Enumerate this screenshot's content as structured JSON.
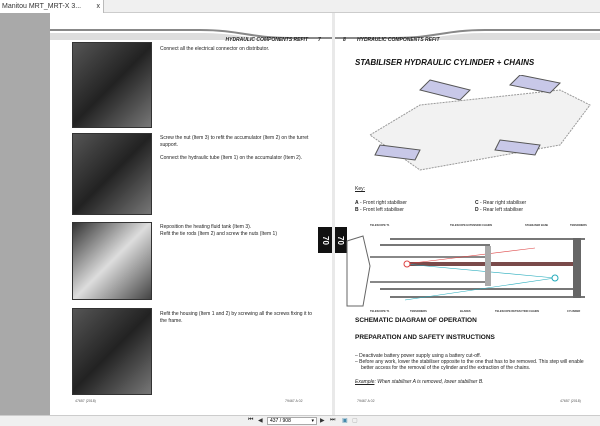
{
  "tab": {
    "title": "Manitou MRT_MRT-X 3...",
    "close": "x"
  },
  "left_page": {
    "header": "HYDRAULIC COMPONENTS REFIT",
    "page_no": "7",
    "steps": [
      {
        "text": "Connect all the electrical connector on distributor."
      },
      {
        "text": "Screw the nut (Item 3) to refit the accumulator (Item 2) on the turret support.",
        "text2": "Connect the hydraulic tube (Item 1) on the accumulator (Item 2)."
      },
      {
        "text": "Reposition the heating fluid tank (Item 3).",
        "text2": "Refit the tie rods (Item 2) and screw the nuts (Item 1)"
      },
      {
        "text": "Refit the housing (Item 1 and 2) by screwing all the screws fixing it to the frame."
      }
    ],
    "footer_left": "47657 (2018)",
    "footer_right": "79467 A 02"
  },
  "section_tab": "70",
  "right_page": {
    "page_no": "8",
    "header": "HYDRAULIC COMPONENTS REFIT",
    "title": "STABILISER HYDRAULIC CYLINDER + CHAINS",
    "key_label": "Key:",
    "key": [
      {
        "letter": "A",
        "text": " - Front right stabiliser"
      },
      {
        "letter": "B",
        "text": " - Front left stabiliser"
      },
      {
        "letter": "C",
        "text": " - Rear right stabiliser"
      },
      {
        "letter": "D",
        "text": " - Rear left stabiliser"
      }
    ],
    "schematic_labels": {
      "t1_top": "TELESCOPE T1",
      "ext_chains": "TELESCOPE EXTENSION CHAINS",
      "base": "STABILISER BASE",
      "tensioners_top": "TENSIONERS",
      "t1_bottom": "TELESCOPE T1",
      "tensioners_bottom": "TENSIONERS",
      "blades": "BLADES",
      "retr_chains": "TELESCOPE RETRACTION CHAINS",
      "cylinder": "CYLINDER"
    },
    "schematic_heading": "SCHEMATIC DIAGRAM OF OPERATION",
    "safety_heading": "PREPARATION AND SAFETY INSTRUCTIONS",
    "bullets": [
      "Deactivate battery power supply using a battery cut-off.",
      "Before any work, lower the stabiliser opposite to the one that has to be removed. This step will enable better access for the removal of the cylinder and the extraction of the chains."
    ],
    "example_label": "Example",
    "example_text": ": When stabiliser A is removed, lower stabiliser B.",
    "footer_left": "79467 A 02",
    "footer_right": "47657 (2018)"
  },
  "toolbar": {
    "page_value": "437 / 908"
  }
}
